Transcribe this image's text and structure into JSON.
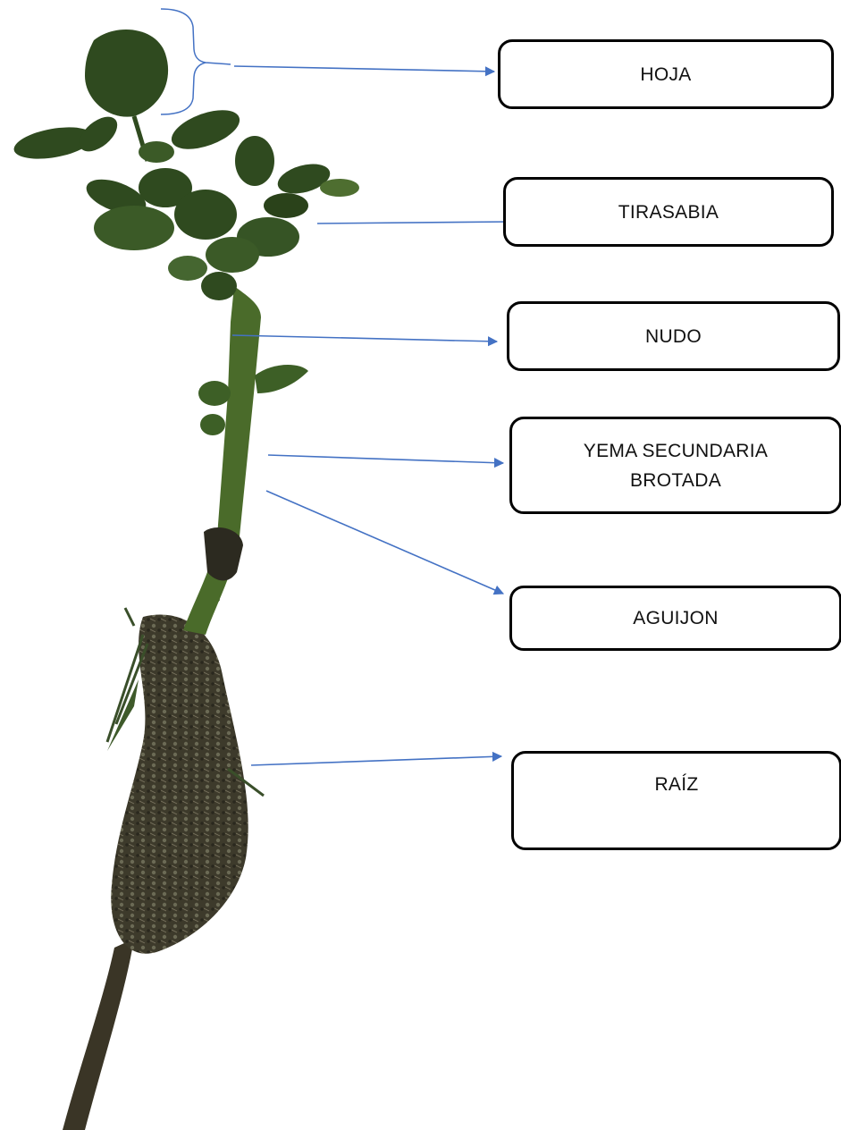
{
  "labels": {
    "hoja": "HOJA",
    "tirasabia": "TIRASABIA",
    "nudo": "NUDO",
    "yema_line1": "YEMA SECUNDARIA",
    "yema_line2": "BROTADA",
    "aguijon": "AGUIJON",
    "raiz": "RAÍZ"
  },
  "colors": {
    "arrow": "#4472C4",
    "box_border": "#000000",
    "leaf": "#2f4a1f",
    "stem": "#4a6b2a",
    "root": "#3a3526"
  },
  "image": {
    "subject": "rose-plant-cutting-photo"
  }
}
